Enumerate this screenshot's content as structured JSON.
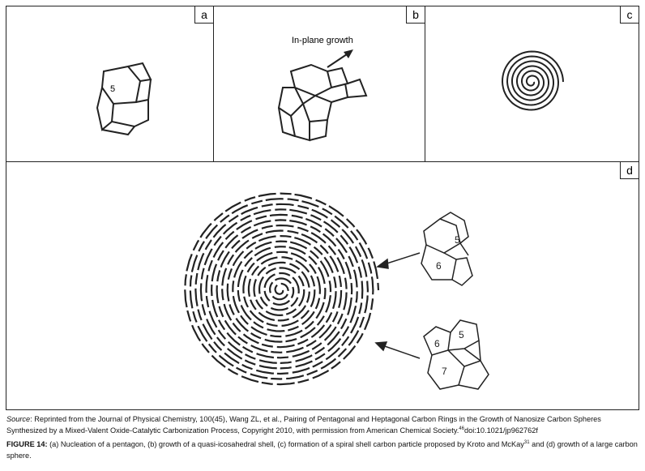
{
  "panels": {
    "a": "a",
    "b": "b",
    "c": "c",
    "d": "d"
  },
  "annotations": {
    "in_plane_growth": "In-plane growth",
    "ring_5": "5",
    "ring_6": "6",
    "ring_7": "7"
  },
  "source": {
    "label": "Source",
    "text": ": Reprinted from the Journal of Physical Chemistry, 100(45), Wang ZL, et al., Pairing of Pentagonal and Heptagonal Carbon Rings in the Growth of Nanosize Carbon Spheres Synthesized by a Mixed-Valent Oxide-Catalytic Carbonization Process, Copyright 2010, with permission from American Chemical Society.",
    "ref": "46",
    "doi": "doi:10.1021/jp962762f"
  },
  "caption": {
    "label": "FIGURE 14:",
    "text1": " (a) Nucleation of a pentagon, (b) growth of a quasi-icosahedral shell, (c) formation of a spiral shell carbon particle proposed by Kroto and McKay",
    "ref": "31",
    "text2": " and (d) growth of a large carbon sphere."
  }
}
